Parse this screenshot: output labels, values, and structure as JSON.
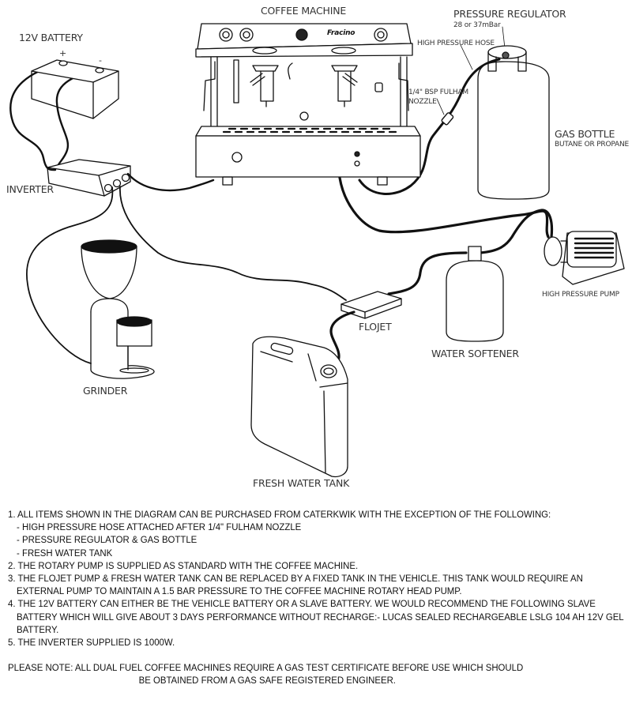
{
  "labels": {
    "coffee_machine": "COFFEE MACHINE",
    "brand": "Fracino",
    "battery": "12V BATTERY",
    "battery_plus": "+",
    "battery_minus": "-",
    "inverter": "INVERTER",
    "pressure_regulator": "PRESSURE REGULATOR",
    "regulator_spec": "28 or 37mBar",
    "high_pressure_hose": "HIGH PRESSURE HOSE",
    "nozzle_line1": "1/4\" BSP FULHAM",
    "nozzle_line2": "NOZZLE",
    "gas_bottle": "GAS BOTTLE",
    "gas_type": "BUTANE OR PROPANE",
    "high_pressure_pump": "HIGH PRESSURE PUMP",
    "flojet": "FLOJET",
    "water_softener": "WATER SOFTENER",
    "grinder": "GRINDER",
    "fresh_water_tank": "FRESH WATER TANK"
  },
  "notes": {
    "n1_line1": "1. ALL ITEMS SHOWN IN THE DIAGRAM CAN BE PURCHASED FROM CATERKWIK WITH THE EXCEPTION OF THE FOLLOWING:",
    "n1_sub1": "- HIGH PRESSURE HOSE ATTACHED AFTER 1/4\" FULHAM NOZZLE",
    "n1_sub2": "- PRESSURE REGULATOR & GAS BOTTLE",
    "n1_sub3": "- FRESH WATER TANK",
    "n2": "2. THE ROTARY PUMP IS SUPPLIED AS STANDARD WITH THE COFFEE MACHINE.",
    "n3": "3. THE FLOJET PUMP & FRESH WATER TANK CAN BE REPLACED BY A FIXED TANK IN THE VEHICLE. THIS TANK WOULD REQUIRE AN EXTERNAL PUMP TO MAINTAIN A 1.5 BAR PRESSURE TO THE COFFEE MACHINE ROTARY HEAD PUMP.",
    "n4": "4. THE 12V BATTERY CAN EITHER BE THE VEHICLE BATTERY OR A SLAVE BATTERY. WE WOULD RECOMMEND THE FOLLOWING SLAVE BATTERY WHICH WILL GIVE ABOUT 3 DAYS PERFORMANCE WITHOUT RECHARGE:- LUCAS SEALED RECHARGEABLE LSLG 104 AH 12V GEL BATTERY.",
    "n5": "5. THE INVERTER SUPPLIED IS 1000W.",
    "warning_line1": "PLEASE NOTE: ALL DUAL FUEL COFFEE MACHINES REQUIRE A GAS TEST CERTIFICATE BEFORE USE WHICH SHOULD",
    "warning_line2": "BE OBTAINED FROM A GAS SAFE REGISTERED ENGINEER."
  }
}
